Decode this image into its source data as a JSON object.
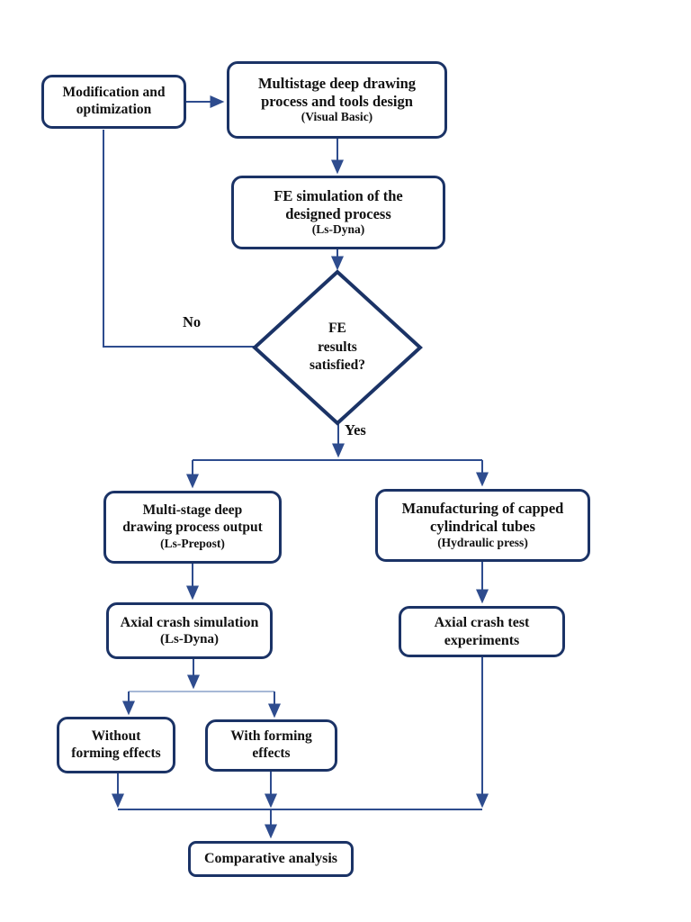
{
  "colors": {
    "border": "#1b3366",
    "line": "#2e4c8e",
    "line-light": "#8aa0c9",
    "text": "#111111",
    "background": "#ffffff"
  },
  "nodes": {
    "modification": {
      "line1": "Modification and",
      "line2": "optimization"
    },
    "multistage": {
      "line1": "Multistage deep drawing",
      "line2": "process and tools design",
      "sub": "(Visual Basic)"
    },
    "fe_simulation": {
      "line1": "FE simulation of the",
      "line2": "designed process",
      "sub": "(Ls-Dyna)"
    },
    "decision": {
      "line1": "FE",
      "line2": "results",
      "line3": "satisfied?"
    },
    "ms_output": {
      "line1": "Multi-stage deep",
      "line2": "drawing process output",
      "sub": "(Ls-Prepost)"
    },
    "manufacturing": {
      "line1": "Manufacturing of capped",
      "line2": "cylindrical tubes",
      "sub": "(Hydraulic press)"
    },
    "axial_sim": {
      "line1": "Axial crash simulation",
      "sub": "(Ls-Dyna)"
    },
    "axial_test": {
      "line1": "Axial crash test",
      "line2": "experiments"
    },
    "without": {
      "line1": "Without",
      "line2": "forming effects"
    },
    "with": {
      "line1": "With forming",
      "line2": "effects"
    },
    "comparative": {
      "line1": "Comparative analysis"
    }
  },
  "labels": {
    "no": "No",
    "yes": "Yes"
  }
}
